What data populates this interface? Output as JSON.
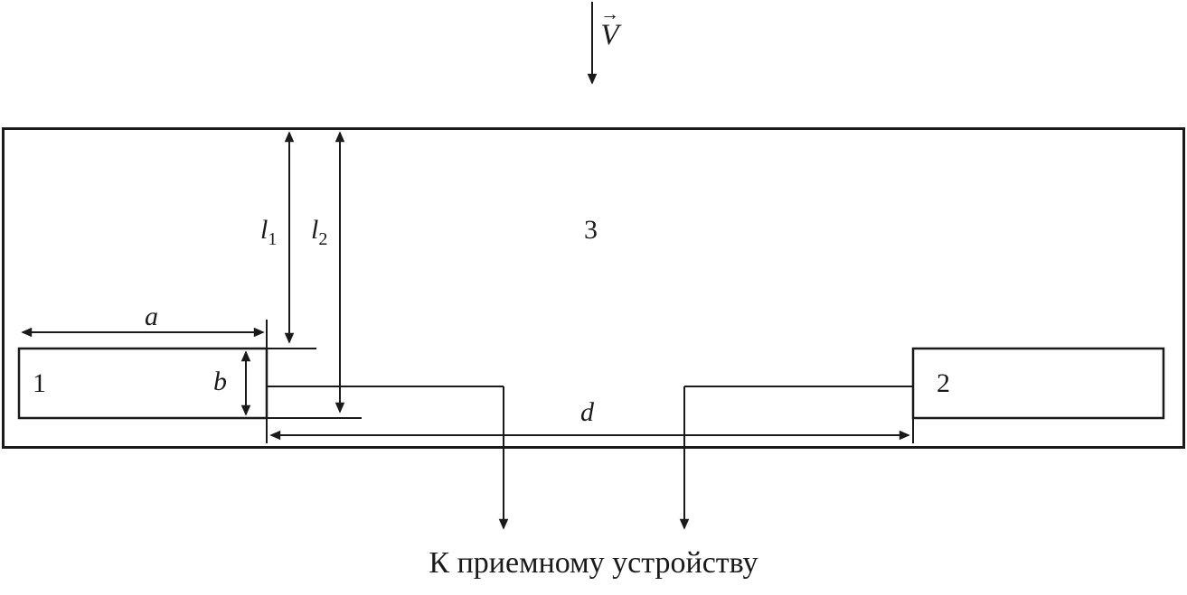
{
  "diagram": {
    "velocity": {
      "symbol": "V",
      "arrow": "→"
    },
    "labels": {
      "region": "3",
      "plate1": "1",
      "plate2": "2",
      "dim_a": "a",
      "dim_b": "b",
      "dim_d": "d",
      "l1": {
        "base": "l",
        "sub": "1"
      },
      "l2": {
        "base": "l",
        "sub": "2"
      }
    },
    "caption": "К приемному устройству"
  }
}
